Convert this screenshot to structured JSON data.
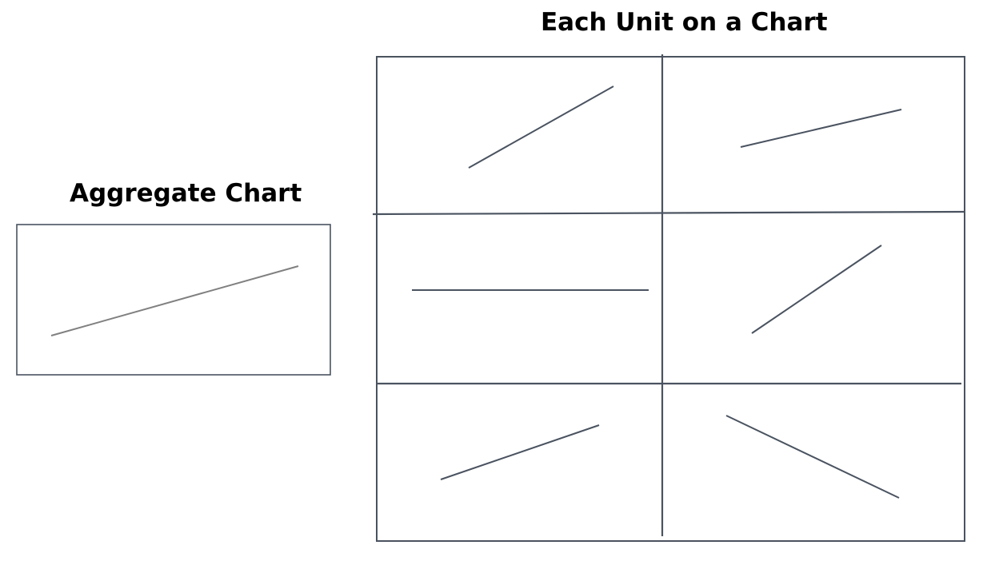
{
  "aggregate": {
    "title": "Aggregate Chart",
    "line_color": "#808080"
  },
  "grid": {
    "title": "Each Unit on a Chart",
    "rows": 3,
    "cols": 2,
    "line_color": "#4a5360"
  }
}
